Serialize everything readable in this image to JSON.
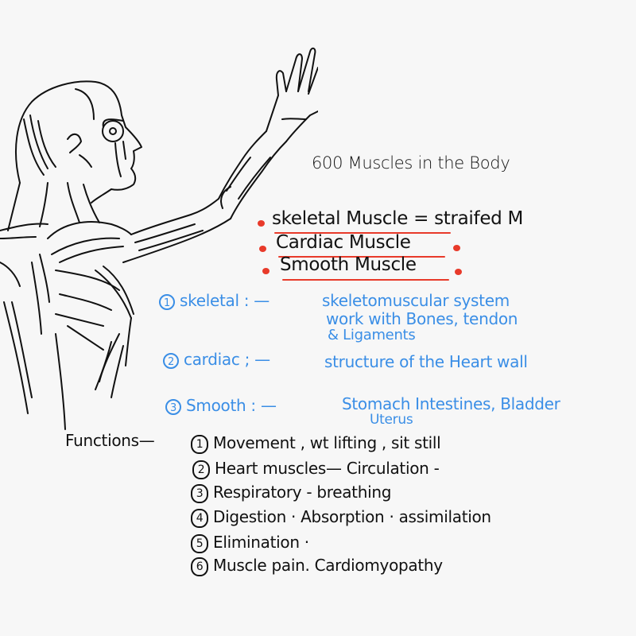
{
  "canvas": {
    "background": "#f7f7f7",
    "ink_black": "#111111",
    "ink_blue": "#3a8ee6",
    "ink_red": "#e83a2a"
  },
  "illustration": {
    "subject": "anatomical-figure-raised-arm",
    "description": "Line drawing of human figure in profile showing muscles, right arm raised"
  },
  "title": "600 Muscles in the Body",
  "muscle_types": [
    {
      "label": "skeletal Muscle",
      "note": "= straifed M"
    },
    {
      "label": "Cardiac Muscle",
      "note": "."
    },
    {
      "label": "Smooth Muscle",
      "note": "."
    }
  ],
  "details": [
    {
      "number": "1",
      "name": "skeletal :",
      "dash": "—",
      "lines": [
        "skeletomuscular system",
        "work with Bones, tendon",
        "& Ligaments"
      ]
    },
    {
      "number": "2",
      "name": "cardiac ;",
      "dash": "—",
      "lines": [
        "structure of the Heart wall"
      ]
    },
    {
      "number": "3",
      "name": "Smooth :",
      "dash": "—",
      "lines": [
        "Stomach Intestines, Bladder",
        "Uterus"
      ]
    }
  ],
  "functions": {
    "label": "Functions",
    "dash": "—",
    "items": [
      {
        "number": "1",
        "text": "Movement , wt lifting , sit still"
      },
      {
        "number": "2",
        "text": "Heart muscles— Circulation -"
      },
      {
        "number": "3",
        "text": "Respiratory - breathing"
      },
      {
        "number": "4",
        "text": "Digestion · Absorption · assimilation"
      },
      {
        "number": "5",
        "text": "Elimination ·"
      },
      {
        "number": "6",
        "text": "Muscle pain.   Cardiomyopathy"
      }
    ]
  }
}
